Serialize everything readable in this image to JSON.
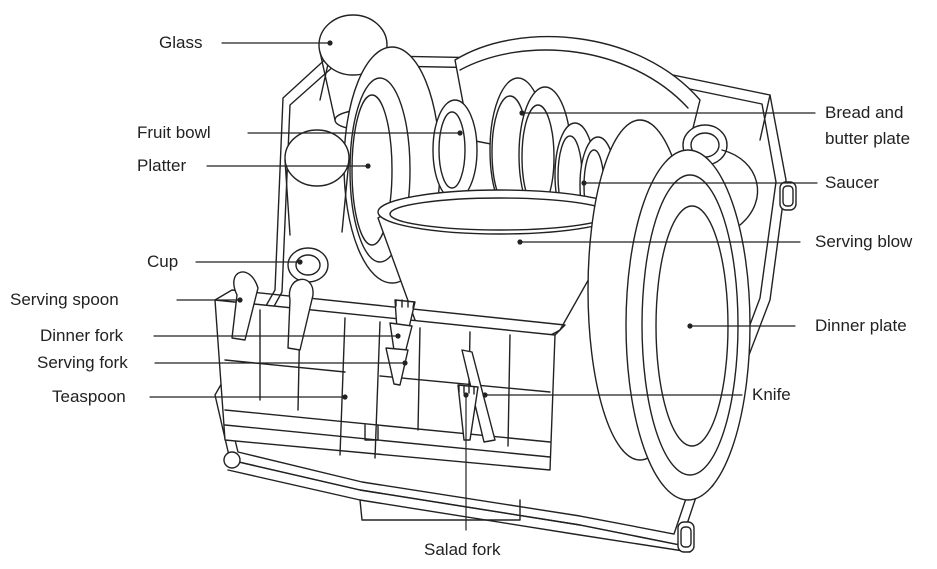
{
  "diagram": {
    "labels": {
      "glass": "Glass",
      "fruit_bowl": "Fruit bowl",
      "platter": "Platter",
      "cup": "Cup",
      "serving_spoon": "Serving spoon",
      "dinner_fork": "Dinner fork",
      "serving_fork": "Serving fork",
      "teaspoon": "Teaspoon",
      "bread_plate_line1": "Bread and",
      "bread_plate_line2": "butter plate",
      "saucer": "Saucer",
      "serving_blow": "Serving blow",
      "dinner_plate": "Dinner plate",
      "knife": "Knife",
      "salad_fork": "Salad fork"
    },
    "colors": {
      "line": "#222222",
      "background": "#ffffff"
    }
  }
}
